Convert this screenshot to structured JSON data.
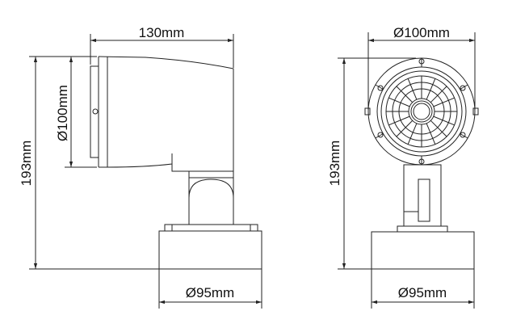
{
  "side_view": {
    "width_label": "130mm",
    "diameter_label": "Ø100mm",
    "height_label": "193mm",
    "base_label": "Ø95mm"
  },
  "front_view": {
    "diameter_label": "Ø100mm",
    "height_label": "193mm",
    "base_label": "Ø95mm"
  }
}
